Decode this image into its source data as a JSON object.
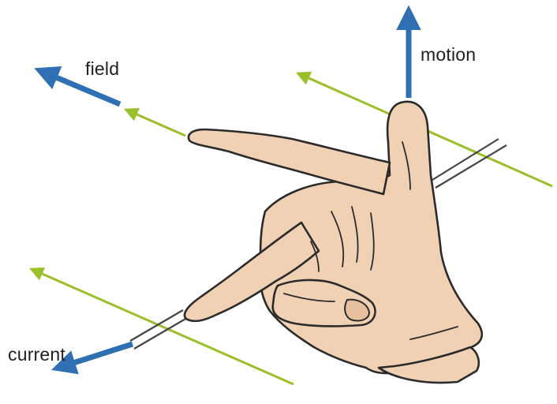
{
  "labels": {
    "field": "field",
    "motion": "motion",
    "current": "current"
  },
  "colors": {
    "arrow_blue": "#2f6fb3",
    "field_green": "#9bbf2a",
    "skin": "#f1d1b4",
    "outline": "#2b2b2b",
    "wire": "#444444"
  }
}
